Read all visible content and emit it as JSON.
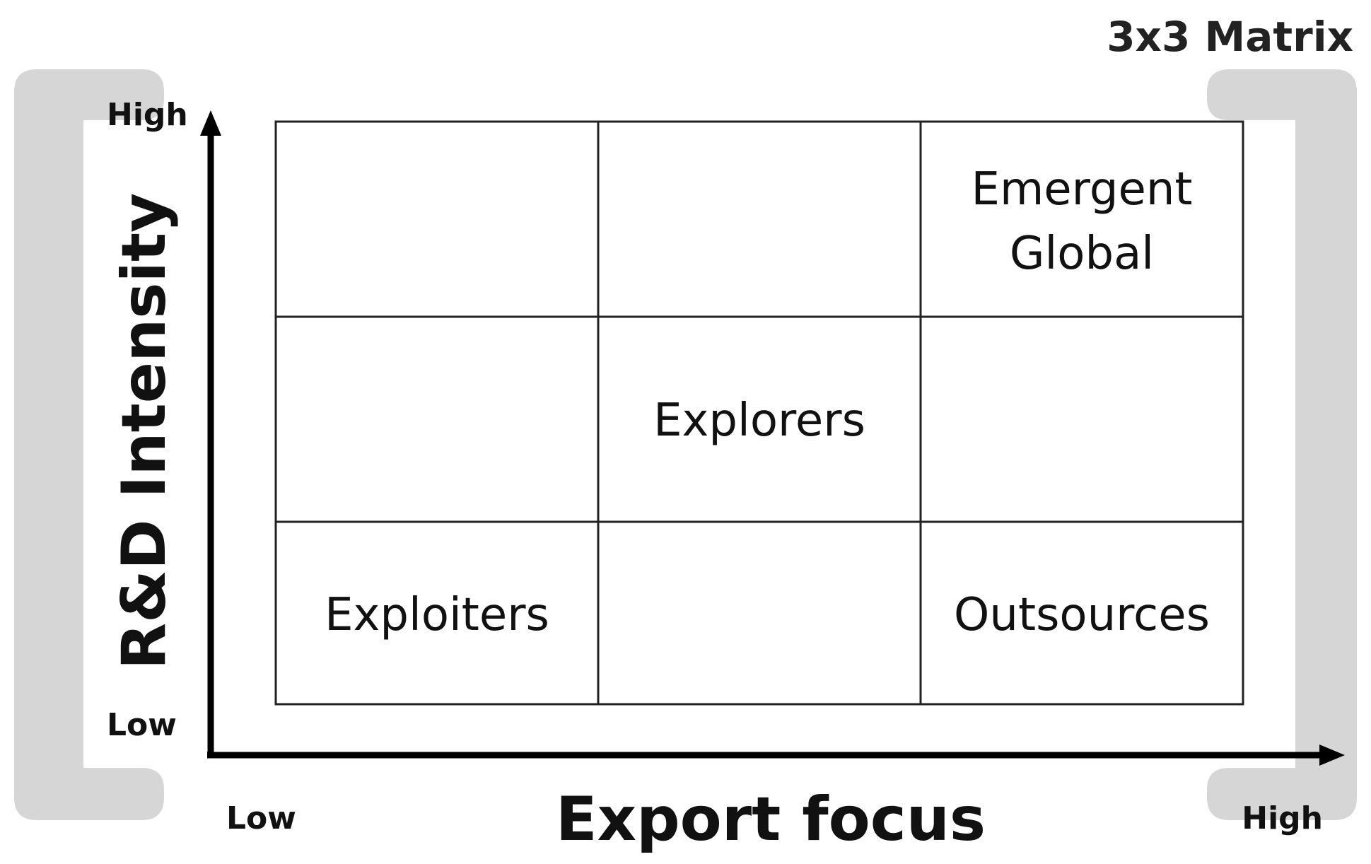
{
  "title": "3x3 Matrix",
  "axes": {
    "y": {
      "title": "R&D Intensity",
      "low": "Low",
      "high": "High"
    },
    "x": {
      "title": "Export focus",
      "low": "Low",
      "high": "High"
    }
  },
  "cells": {
    "top_right": {
      "line1": "Emergent",
      "line2": "Global"
    },
    "middle_center": "Explorers",
    "bottom_left": "Exploiters",
    "bottom_right": "Outsources"
  }
}
